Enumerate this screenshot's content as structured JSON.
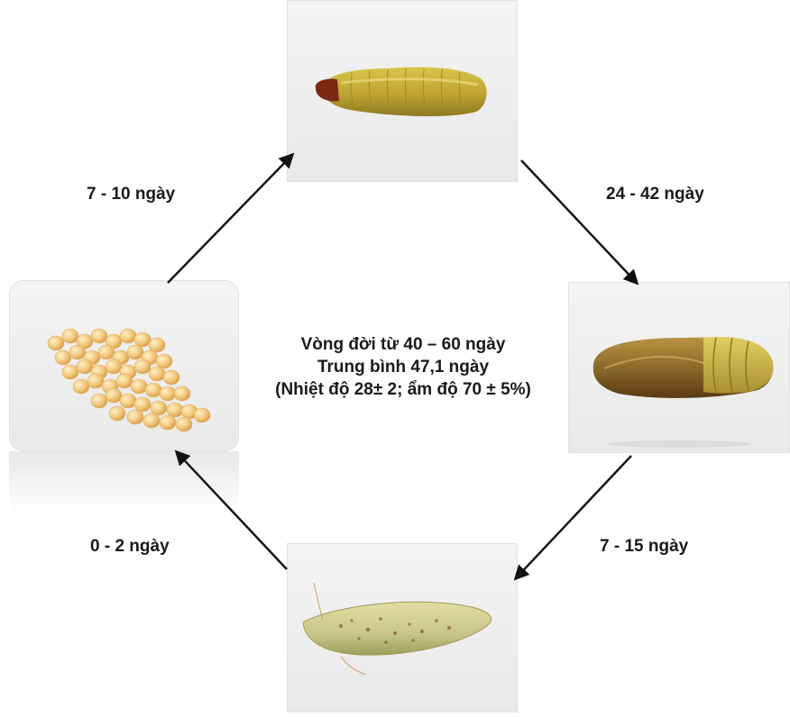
{
  "stages": [
    {
      "id": "eggs",
      "icon": "egg-cluster-icon",
      "duration_to_next": "7 - 10 ngày"
    },
    {
      "id": "larva",
      "icon": "larva-icon",
      "duration_to_next": "24 - 42 ngày"
    },
    {
      "id": "pupa",
      "icon": "pupa-icon",
      "duration_to_next": "7 - 15 ngày"
    },
    {
      "id": "adult",
      "icon": "moth-icon",
      "duration_to_next": "0 - 2 ngày"
    }
  ],
  "center": {
    "line1": "Vòng đời từ 40 – 60 ngày",
    "line2": "Trung bình 47,1 ngày",
    "line3": "(Nhiệt độ 28± 2; ẩm độ 70 ± 5%)"
  },
  "colors": {
    "arrow": "#111111",
    "egg": "#f2c77a",
    "larva": "#c9b43a",
    "pupa": "#8a6a2a",
    "moth": "#c8c68a"
  }
}
